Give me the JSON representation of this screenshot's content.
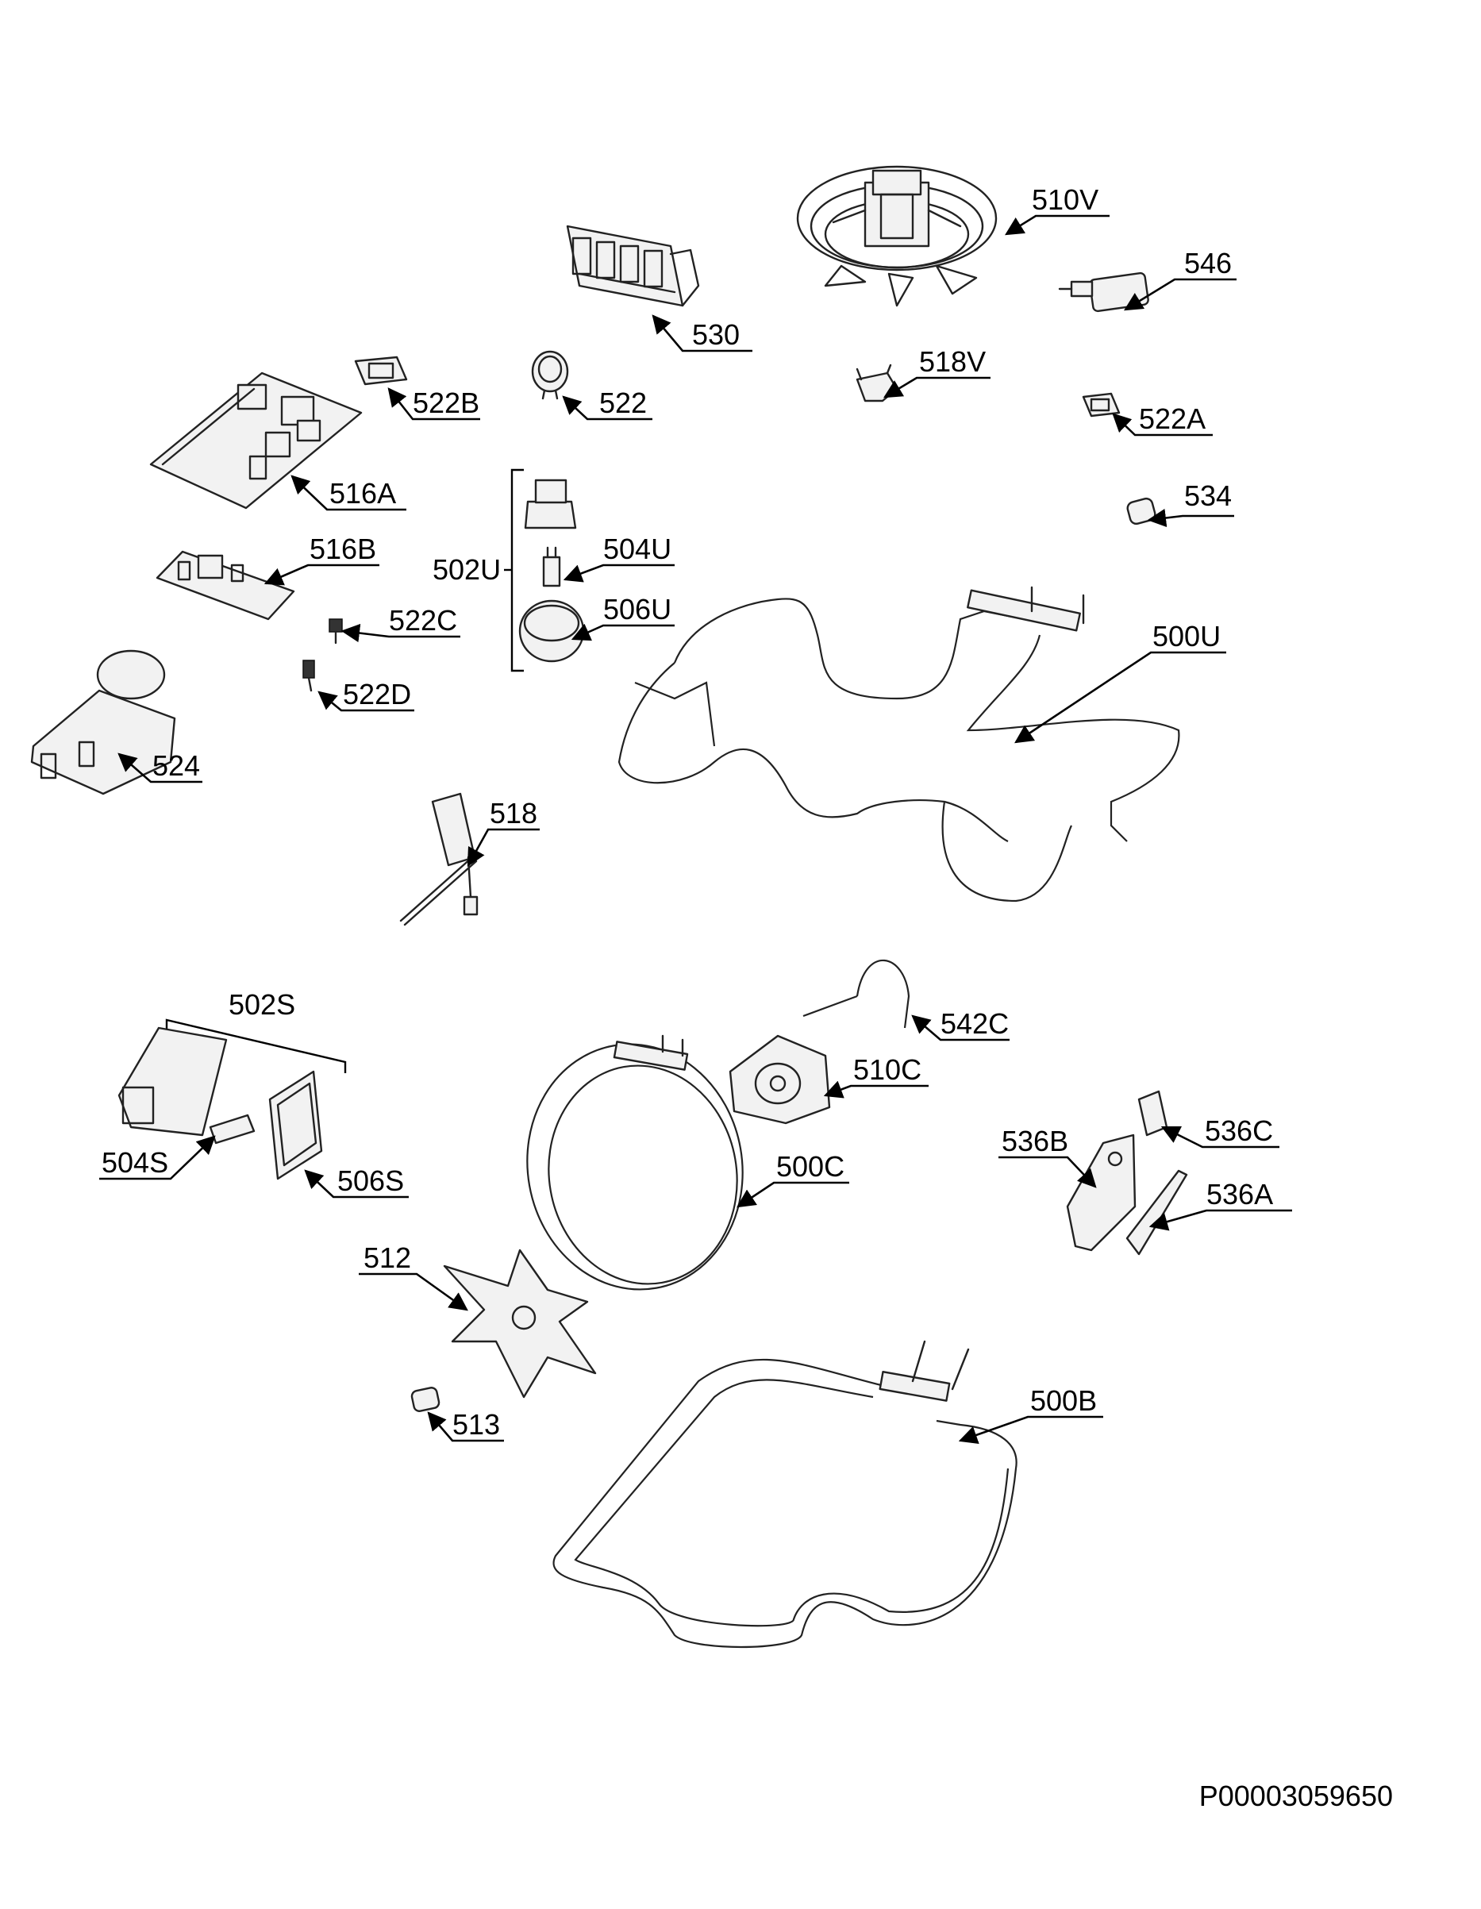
{
  "diagram": {
    "reference": "P00003059650",
    "parts": [
      {
        "id": "510V",
        "label": "510V"
      },
      {
        "id": "546",
        "label": "546"
      },
      {
        "id": "530",
        "label": "530"
      },
      {
        "id": "518V",
        "label": "518V"
      },
      {
        "id": "522B",
        "label": "522B"
      },
      {
        "id": "522",
        "label": "522"
      },
      {
        "id": "522A",
        "label": "522A"
      },
      {
        "id": "516A",
        "label": "516A"
      },
      {
        "id": "534",
        "label": "534"
      },
      {
        "id": "516B",
        "label": "516B"
      },
      {
        "id": "504U",
        "label": "504U"
      },
      {
        "id": "502U",
        "label": "502U"
      },
      {
        "id": "506U",
        "label": "506U"
      },
      {
        "id": "522C",
        "label": "522C"
      },
      {
        "id": "500U",
        "label": "500U"
      },
      {
        "id": "522D",
        "label": "522D"
      },
      {
        "id": "524",
        "label": "524"
      },
      {
        "id": "518",
        "label": "518"
      },
      {
        "id": "502S",
        "label": "502S"
      },
      {
        "id": "542C",
        "label": "542C"
      },
      {
        "id": "510C",
        "label": "510C"
      },
      {
        "id": "536C",
        "label": "536C"
      },
      {
        "id": "536B",
        "label": "536B"
      },
      {
        "id": "504S",
        "label": "504S"
      },
      {
        "id": "500C",
        "label": "500C"
      },
      {
        "id": "506S",
        "label": "506S"
      },
      {
        "id": "536A",
        "label": "536A"
      },
      {
        "id": "512",
        "label": "512"
      },
      {
        "id": "500B",
        "label": "500B"
      },
      {
        "id": "513",
        "label": "513"
      }
    ]
  }
}
